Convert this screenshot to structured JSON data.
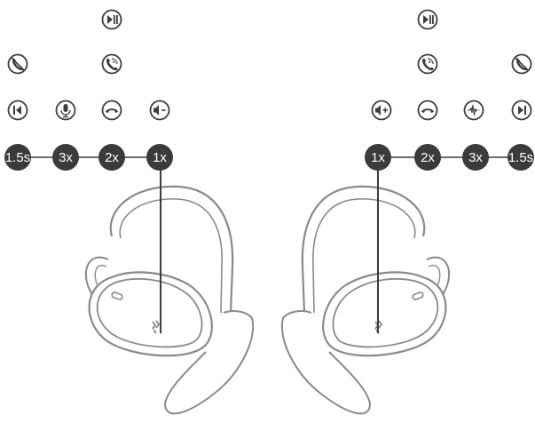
{
  "colors": {
    "circle_fill": "#3b3b3b",
    "icon_stroke": "#3d3d3d",
    "earbud_stroke": "#8a8a8a",
    "label_text": "#ffffff"
  },
  "left_earbud": {
    "tap_labels": [
      "1.5s",
      "3x",
      "2x",
      "1x"
    ],
    "icons": [
      "play-pause-icon",
      "reject-call-icon",
      "answer-call-icon",
      "previous-track-icon",
      "microphone-icon",
      "hang-up-icon",
      "volume-down-icon"
    ]
  },
  "right_earbud": {
    "tap_labels": [
      "1x",
      "2x",
      "3x",
      "1.5s"
    ],
    "icons": [
      "play-pause-icon",
      "answer-call-icon",
      "reject-call-icon",
      "volume-up-icon",
      "hang-up-icon",
      "noise-cancel-icon",
      "next-track-icon"
    ]
  }
}
